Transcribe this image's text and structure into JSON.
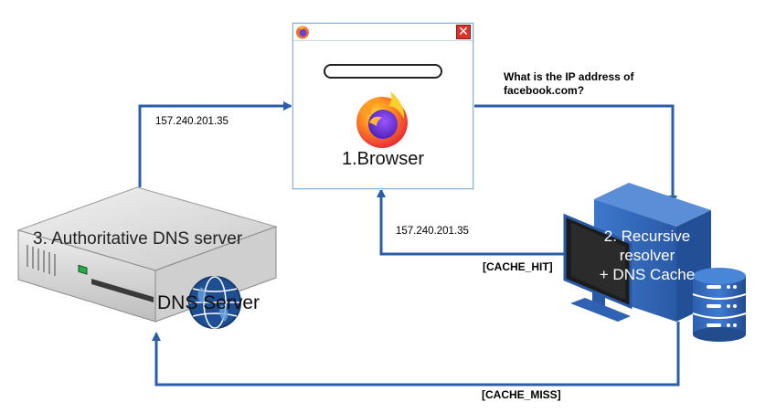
{
  "browser": {
    "title": "1.Browser",
    "close_glyph": "✕",
    "icons": [
      "firefox-icon"
    ]
  },
  "resolver": {
    "title_line1": "2. Recursive",
    "title_line2": "resolver",
    "title_line3": "+ DNS Cache",
    "icons": [
      "monitor-icon",
      "computer-tower-icon",
      "database-icon"
    ]
  },
  "authoritative": {
    "title": "3. Authoritative DNS server",
    "subtitle": "DNS Server",
    "icons": [
      "server-icon",
      "globe-icon"
    ]
  },
  "edges": {
    "query": "What is the IP address of facebook.com?",
    "query_line1": "What is the IP address of",
    "query_line2": "facebook.com?",
    "answer_top": "157.240.201.35",
    "answer_hit": "157.240.201.35",
    "cache_hit": "[CACHE_HIT]",
    "cache_miss": "[CACHE_MISS]"
  },
  "colors": {
    "arrow": "#2c5ea8",
    "resolver_blue": "#3c72c4",
    "server_gray": "#d9d9d9"
  }
}
